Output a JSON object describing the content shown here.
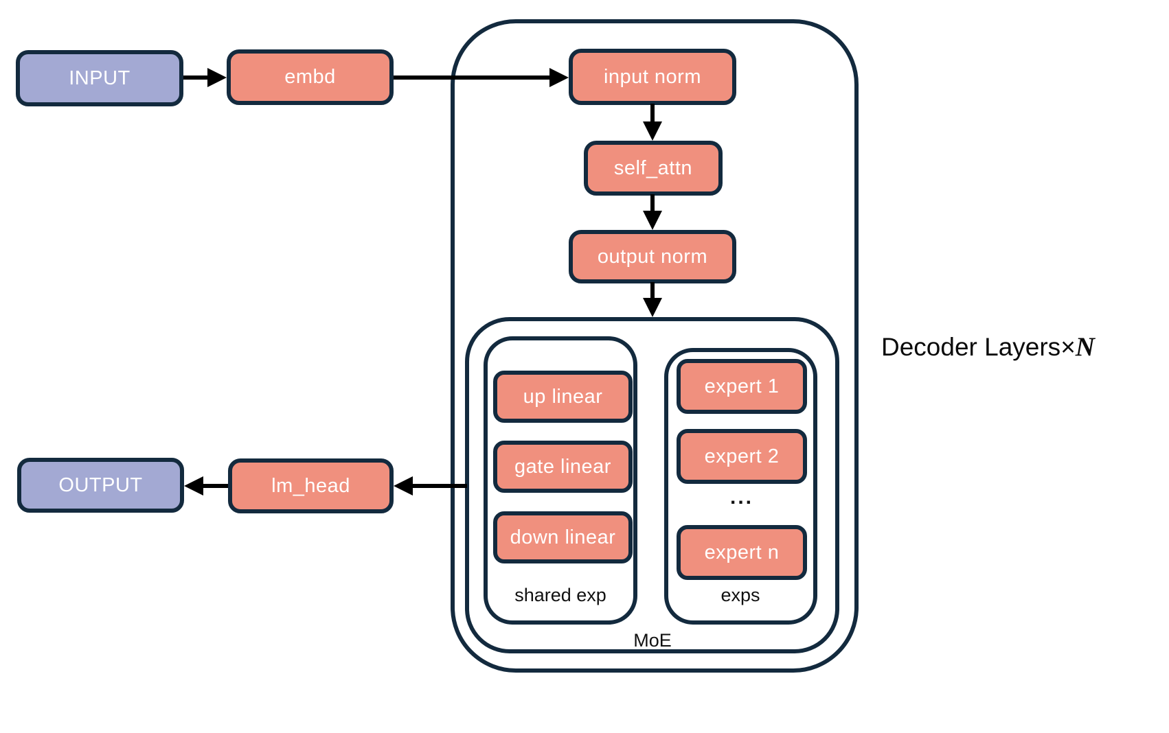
{
  "colors": {
    "node_border": "#132a3e",
    "salmon_fill": "#f0907e",
    "purple_fill": "#a3a9d3",
    "arrow": "#000000",
    "background": "#ffffff"
  },
  "nodes": {
    "input": {
      "label": "INPUT"
    },
    "embd": {
      "label": "embd"
    },
    "input_norm": {
      "label": "input norm"
    },
    "self_attn": {
      "label": "self_attn"
    },
    "output_norm": {
      "label": "output norm"
    },
    "output": {
      "label": "OUTPUT"
    },
    "lm_head": {
      "label": "lm_head"
    },
    "up_linear": {
      "label": "up linear"
    },
    "gate_linear": {
      "label": "gate linear"
    },
    "down_linear": {
      "label": "down linear"
    },
    "expert_1": {
      "label": "expert 1"
    },
    "expert_2": {
      "label": "expert 2"
    },
    "expert_n": {
      "label": "expert n"
    },
    "experts_ellipsis": {
      "label": "..."
    }
  },
  "groups": {
    "shared_exp": {
      "label": "shared exp"
    },
    "exps": {
      "label": "exps"
    },
    "moe": {
      "label": "MoE"
    },
    "decoder": {
      "label_prefix": "Decoder Layers",
      "times_sign": "×",
      "repeat_var": "N"
    }
  }
}
